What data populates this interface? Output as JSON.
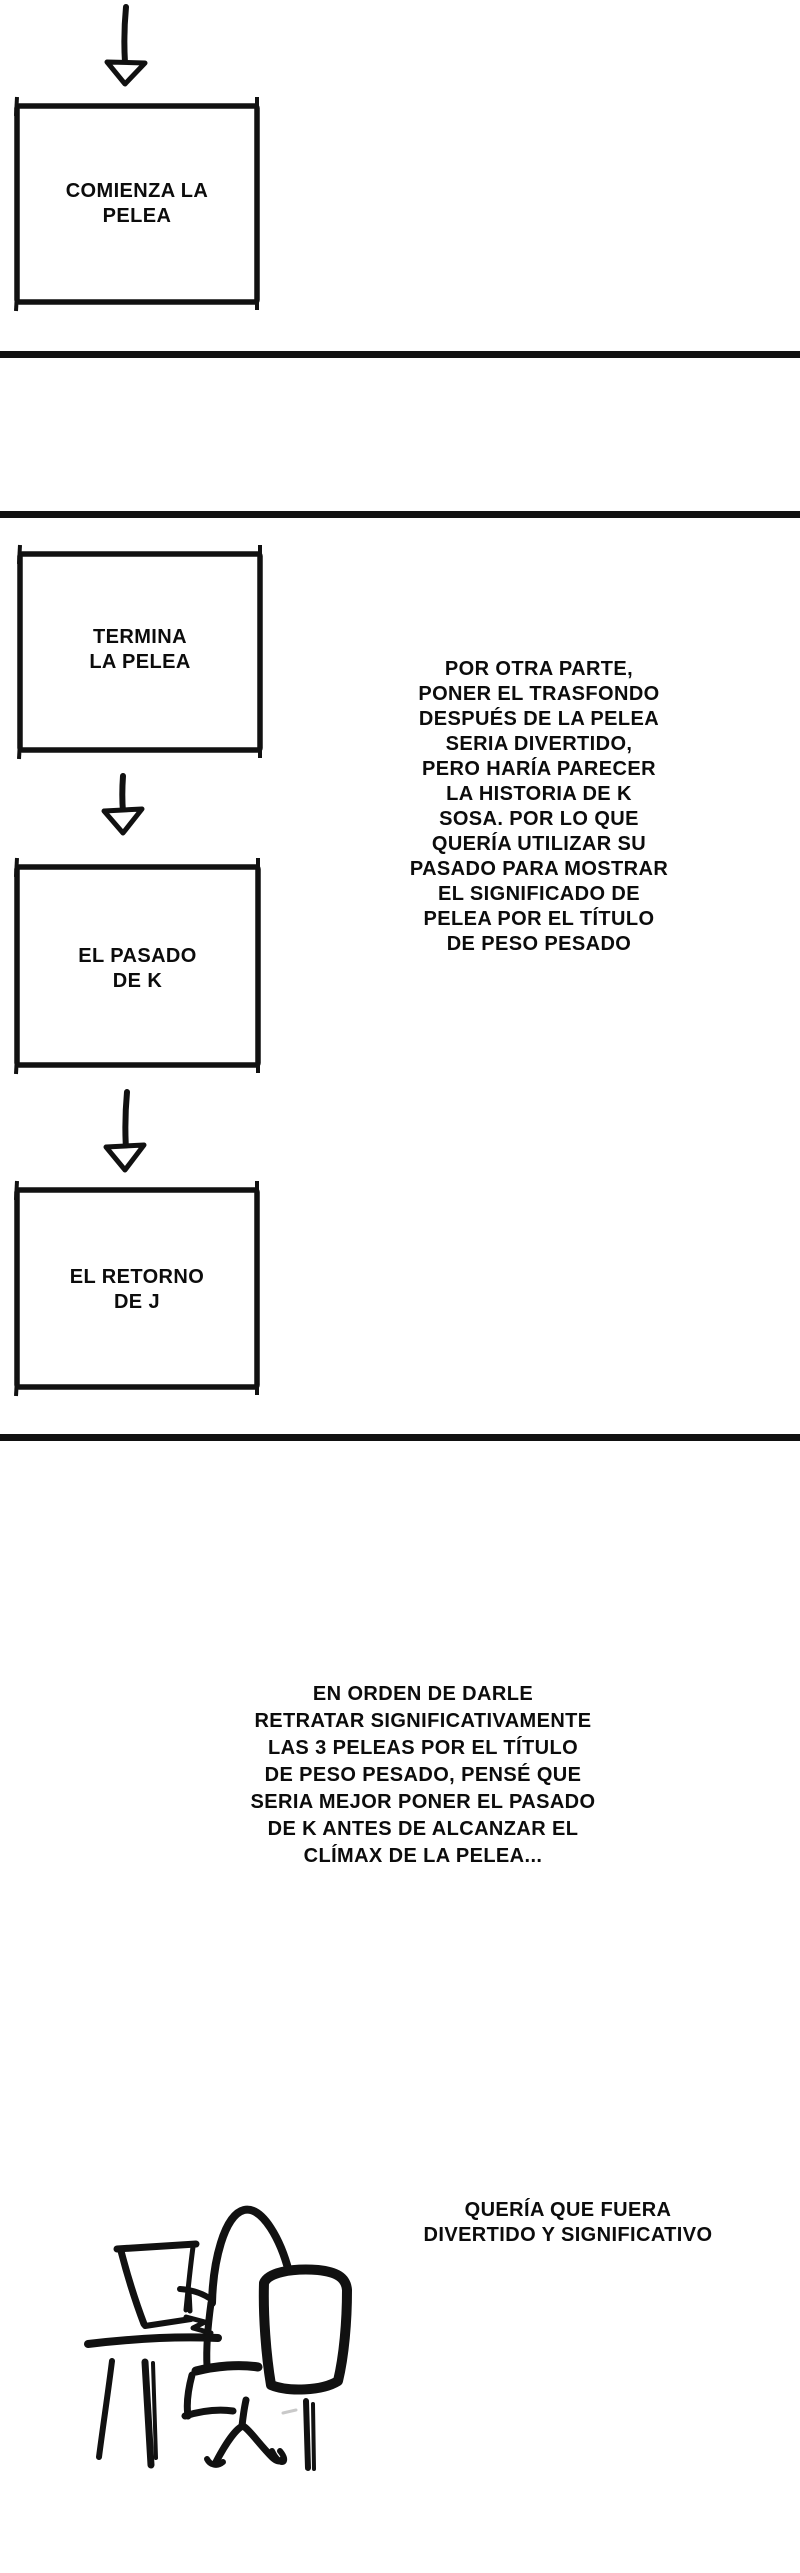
{
  "page": {
    "background": "#ffffff",
    "ink_color": "#111111"
  },
  "flowchart": {
    "type": "flowchart",
    "direction": "top-down",
    "connector_icon": "arrow-down-icon",
    "nodes": [
      {
        "label_lines": [
          "COMIENZA LA",
          "PELEA"
        ]
      },
      {
        "label_lines": [
          "TERMINA",
          "LA PELEA"
        ]
      },
      {
        "label_lines": [
          "EL PASADO",
          "DE K"
        ]
      },
      {
        "label_lines": [
          "EL RETORNO",
          "DE J"
        ]
      }
    ],
    "edges": [
      {
        "from": "start",
        "to": "COMIENZA LA PELEA"
      },
      {
        "from": "TERMINA LA PELEA",
        "to": "EL PASADO DE K"
      },
      {
        "from": "EL PASADO DE K",
        "to": "EL RETORNO DE J"
      }
    ]
  },
  "notes": {
    "side_note_lines": [
      "POR OTRA PARTE,",
      "PONER EL TRASFONDO",
      "DESPUÉS DE LA PELEA",
      "SERIA DIVERTIDO,",
      "PERO HARÍA PARECER",
      "LA HISTORIA DE K",
      "SOSA. POR LO QUE",
      "QUERÍA UTILIZAR SU",
      "PASADO PARA MOSTRAR",
      "EL SIGNIFICADO DE",
      "PELEA POR EL TÍTULO",
      "DE PESO PESADO"
    ],
    "process_note_lines": [
      "EN ORDEN DE DARLE",
      "RETRATAR SIGNIFICATIVAMENTE",
      "LAS 3 PELEAS POR EL TÍTULO",
      "DE PESO PESADO, PENSÉ QUE",
      "SERIA MEJOR PONER EL PASADO",
      "DE K ANTES DE ALCANZAR EL",
      "CLÍMAX DE LA PELEA..."
    ],
    "closing_note_lines": [
      "QUERÍA QUE FUERA",
      "DIVERTIDO Y SIGNIFICATIVO"
    ]
  },
  "sketch": {
    "icon": "person-working-at-desk-icon"
  }
}
